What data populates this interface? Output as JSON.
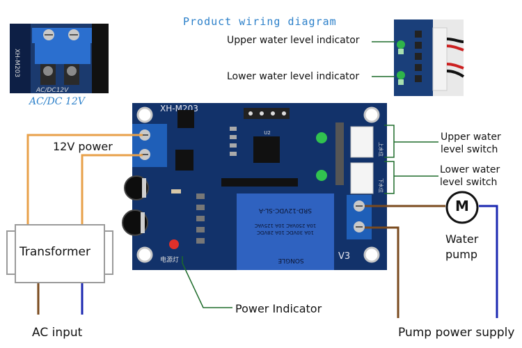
{
  "title": "Product wiring diagram",
  "inset": {
    "caption": "AC/DC 12V",
    "board_label_left": "XH-M203",
    "board_label_bottom": "AC/DC12V"
  },
  "board": {
    "model": "XH-M203",
    "version": "V3",
    "relay_brand": "SONGLE",
    "relay_model": "SRD-12VDC-SL-A",
    "relay_rating_1": "10A 250VAC 10A 125VAC",
    "relay_rating_2": "10A 30VDC 10A 28VDC",
    "chip_label": "U2",
    "power_led_text": "电源灯",
    "upper_connector_text": "上水位",
    "lower_connector_text": "下水位"
  },
  "labels": {
    "upper_indicator": "Upper water level indicator",
    "lower_indicator": "Lower water level indicator",
    "power_12v": "12V power",
    "transformer": "Transformer",
    "ac_input": "AC input",
    "upper_switch_line1": "Upper water",
    "upper_switch_line2": "level switch",
    "lower_switch_line1": "Lower water",
    "lower_switch_line2": "level switch",
    "motor_symbol": "M",
    "pump_line1": "Water",
    "pump_line2": "pump",
    "power_indicator": "Power Indicator",
    "pump_supply": "Pump power supply"
  },
  "colors": {
    "title": "#2a7fc9",
    "board": "#12326a",
    "wire_orange": "#e8a049",
    "wire_brown": "#7a4a1e",
    "wire_blue": "#1a27b0",
    "leader_green": "#1d6b2a",
    "terminal_blue": "#1f5fb8",
    "relay_blue": "#2f62c0"
  }
}
